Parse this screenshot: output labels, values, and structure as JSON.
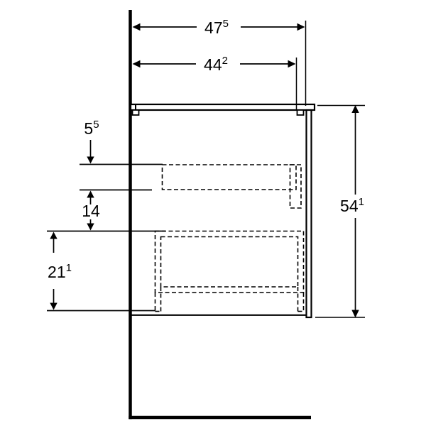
{
  "diagram": {
    "background": "#ffffff",
    "line_color": "#000000",
    "dimensions": {
      "top_outer": {
        "value": "47",
        "sup": "5"
      },
      "top_inner": {
        "value": "44",
        "sup": "2"
      },
      "right_height": {
        "value": "54",
        "sup": "1"
      },
      "left_top_offset": {
        "value": "5",
        "sup": "5"
      },
      "left_middle": {
        "value": "14",
        "sup": ""
      },
      "left_bottom": {
        "value": "21",
        "sup": "1"
      }
    }
  }
}
